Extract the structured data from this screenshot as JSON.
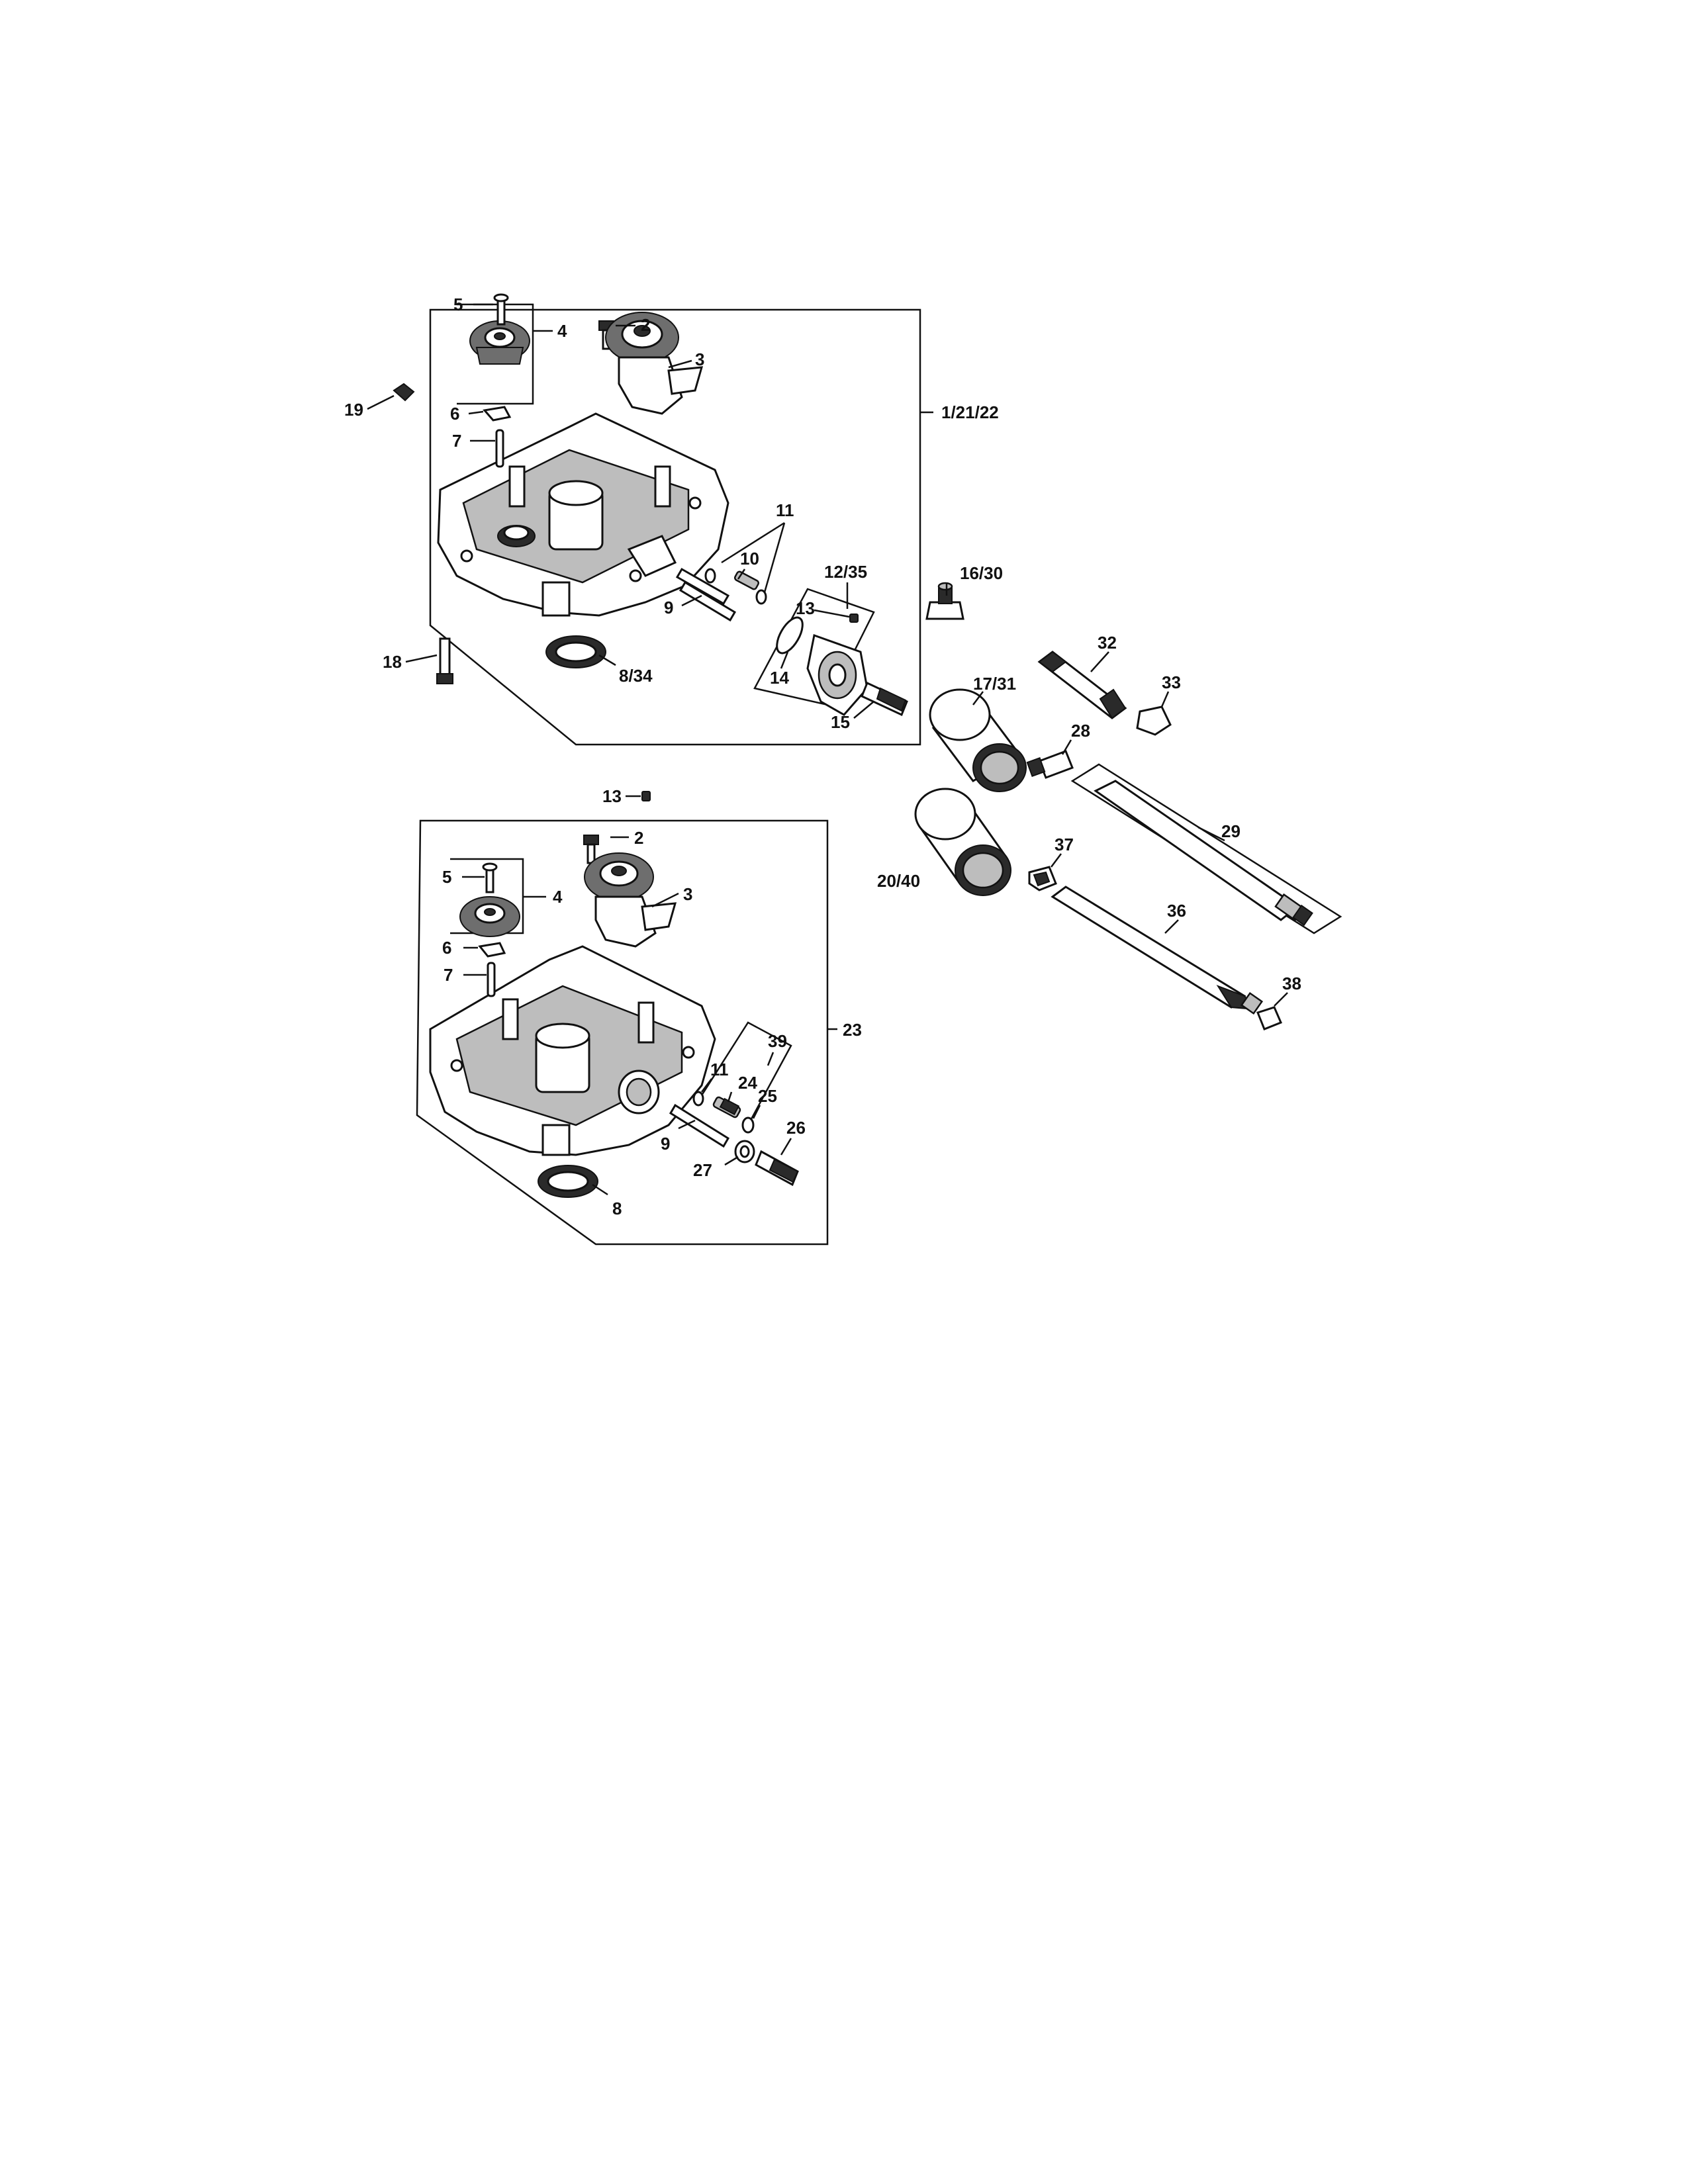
{
  "callouts": {
    "c1": "1/21/22",
    "c2a": "2",
    "c3a": "3",
    "c4a": "4",
    "c5a": "5",
    "c6a": "6",
    "c7a": "7",
    "c8_34": "8/34",
    "c9a": "9",
    "c10": "10",
    "c11a": "11",
    "c12_35": "12/35",
    "c13a": "13",
    "c14": "14",
    "c15": "15",
    "c16_30": "16/30",
    "c17_31": "17/31",
    "c18": "18",
    "c19": "19",
    "c20_40": "20/40",
    "c13b": "13",
    "c2b": "2",
    "c3b": "3",
    "c4b": "4",
    "c5b": "5",
    "c6b": "6",
    "c7b": "7",
    "c23": "23",
    "c39": "39",
    "c11b": "11",
    "c24": "24",
    "c25": "25",
    "c9b": "9",
    "c26": "26",
    "c27": "27",
    "c8b": "8",
    "c28": "28",
    "c29": "29",
    "c32": "32",
    "c33": "33",
    "c36": "36",
    "c37": "37",
    "c38": "38"
  }
}
